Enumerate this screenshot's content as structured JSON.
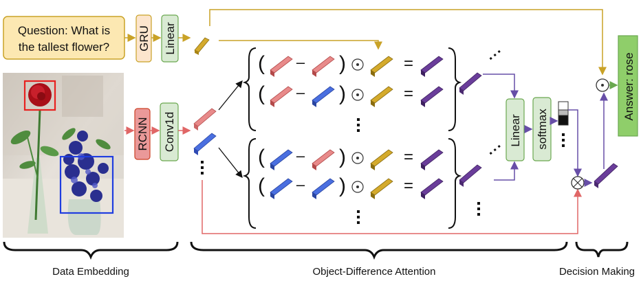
{
  "question": {
    "line1": "Question: What is",
    "line2": "the tallest flower?"
  },
  "blocks": {
    "gru": "GRU",
    "linear_q": "Linear",
    "rcnn": "RCNN",
    "conv1d": "Conv1d",
    "linear_att": "Linear",
    "softmax": "softmax",
    "answer": "Answer: rose"
  },
  "operators": {
    "minus": "–",
    "dot": "⊙",
    "equals": "=",
    "otimes": "⊗"
  },
  "sections": {
    "embedding": "Data Embedding",
    "attention": "Object-Difference Attention",
    "decision": "Decision Making"
  },
  "colors": {
    "question_box": "#fce8b2",
    "question_border": "#c9a227",
    "block_green": "#d9ead3",
    "block_green_border": "#6aa84f",
    "block_orange": "#fce5cd",
    "rcnn_fill": "#ea9999",
    "rcnn_border": "#cc4125",
    "answer_fill": "#8fce6a",
    "pink": "#e88a8a",
    "blue": "#4a6fe0",
    "gold": "#d4aa2c",
    "purple": "#6a3d9a",
    "arrow_gold": "#c9a227",
    "arrow_red": "#e06666",
    "arrow_purple": "#674ea7",
    "arrow_green": "#6aa84f"
  },
  "icons": {
    "rose_photo": "photo-of-rose-and-blue-orchids-in-vase",
    "red_box": "bounding-box-rose",
    "blue_box": "bounding-box-orchid",
    "prob_bar": "probability-bar-icon"
  }
}
